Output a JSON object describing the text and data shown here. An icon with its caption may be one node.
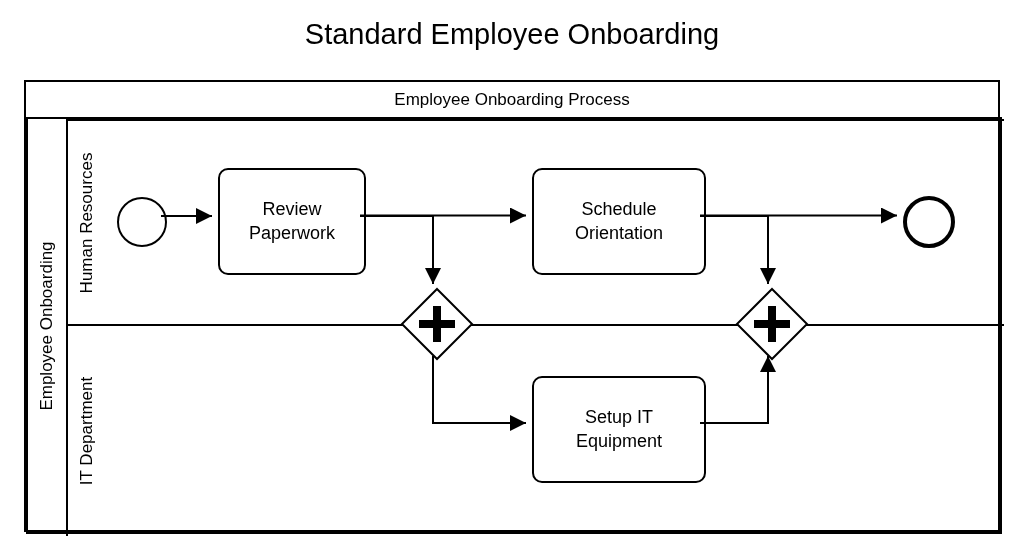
{
  "diagram": {
    "title": "Standard Employee Onboarding",
    "nodes": [
      {
        "text": [
          "Employee Onboarding Process"
        ]
      },
      {
        "text": [
          "Employee Onboarding"
        ],
        "in": 0
      },
      {
        "text": [
          "Human Resources"
        ],
        "in": 1
      },
      {
        "text": [
          "IT Department"
        ],
        "in": 1
      },
      {
        "text": [],
        "shape": "circle",
        "in": 2
      },
      {
        "text": [
          "Review Paperwork"
        ],
        "in": 2
      },
      {
        "text": [
          "Schedule Orientation"
        ],
        "in": 2
      },
      {
        "text": [],
        "shape": "circle",
        "in": 2
      },
      {
        "text": [],
        "shape": "diamond",
        "in": 1
      },
      {
        "text": [
          "Setup IT Equipment"
        ],
        "in": 3
      },
      {
        "text": [],
        "shape": "diamond",
        "in": 1
      }
    ],
    "edges": [
      {
        "from": 4,
        "to": 5,
        "arrow": "to"
      },
      {
        "from": 5,
        "to": 6,
        "arrow": "to"
      },
      {
        "from": 5,
        "to": 8,
        "arrow": "to"
      },
      {
        "from": 6,
        "to": 7,
        "arrow": "to"
      },
      {
        "from": 6,
        "to": 10,
        "arrow": "to"
      },
      {
        "from": 8,
        "to": 9,
        "arrow": "to"
      },
      {
        "from": 9,
        "to": 10,
        "arrow": "to"
      }
    ]
  }
}
